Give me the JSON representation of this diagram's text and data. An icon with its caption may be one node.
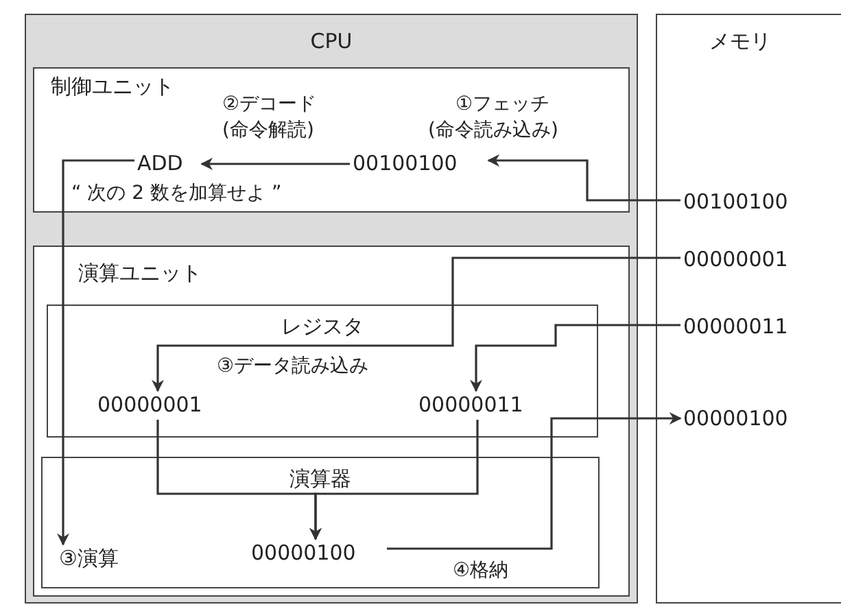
{
  "diagram": {
    "nodes": [
      {
        "text": [
          "CPU"
        ]
      },
      {
        "text": [
          "制御ユニット"
        ],
        "in": 0
      },
      {
        "text": [
          "ADD"
        ],
        "in": 1,
        "beside": [
          "“ 次の 2 数を加算せよ ”"
        ]
      },
      {
        "text": [
          "00100100"
        ],
        "in": 1
      },
      {
        "text": [
          "演算ユニット"
        ],
        "in": 0
      },
      {
        "text": [
          "レジスタ"
        ],
        "in": 4
      },
      {
        "text": [
          "00000001"
        ],
        "in": 5
      },
      {
        "text": [
          "00000011"
        ],
        "in": 5
      },
      {
        "text": [
          "演算器"
        ],
        "in": 4
      },
      {
        "text": [
          "③演算"
        ],
        "in": 8
      },
      {
        "text": [
          "00000100"
        ],
        "in": 8
      },
      {
        "text": [
          "メモリ"
        ]
      },
      {
        "text": [
          "00100100"
        ],
        "in": 11
      },
      {
        "text": [
          "00000001"
        ],
        "in": 11
      },
      {
        "text": [
          "00000011"
        ],
        "in": 11
      },
      {
        "text": [
          "00000100"
        ],
        "in": 11
      }
    ],
    "edges": [
      {
        "from": 12,
        "to": 3,
        "arrow": "to"
      },
      {
        "from": 3,
        "to": 2,
        "arrow": "to"
      },
      {
        "from": 13,
        "to": 6,
        "arrow": "to"
      },
      {
        "from": 14,
        "to": 7,
        "arrow": "to"
      },
      {
        "from": 2,
        "to": 9,
        "arrow": "to"
      },
      {
        "from": 6,
        "to": 10,
        "arrow": "to"
      },
      {
        "from": 7,
        "to": 10,
        "arrow": "to"
      },
      {
        "from": 10,
        "to": 15,
        "arrow": "to"
      }
    ],
    "labels": [
      "②デコード",
      "(命令解読)",
      "①フェッチ",
      "(命令読み込み)",
      "③データ読み込み",
      "④格納"
    ]
  }
}
